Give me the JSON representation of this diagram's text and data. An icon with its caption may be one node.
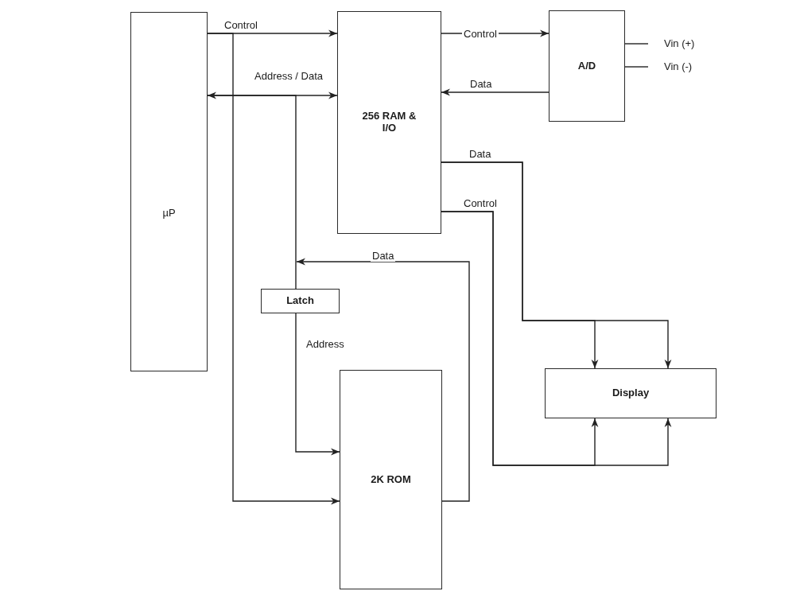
{
  "diagram": {
    "nodes": [
      {
        "text": [
          "µP"
        ]
      },
      {
        "text": [
          "256 RAM & I/O"
        ]
      },
      {
        "text": [
          "A/D"
        ]
      },
      {
        "text": [
          "Latch"
        ]
      },
      {
        "text": [
          "2K ROM"
        ]
      },
      {
        "text": [
          "Display"
        ]
      },
      {
        "text": [
          "Vin (+)"
        ]
      },
      {
        "text": [
          "Vin (-)"
        ]
      }
    ],
    "edges": [
      {
        "from": 0,
        "to": 1,
        "arrow": "to",
        "label": "Control"
      },
      {
        "from": 0,
        "to": 4,
        "arrow": "to"
      },
      {
        "from": 0,
        "to": 1,
        "arrow": "both",
        "label": "Address / Data"
      },
      {
        "from": 0,
        "to": 3,
        "arrow": "none"
      },
      {
        "from": 3,
        "to": 4,
        "arrow": "to",
        "label": "Address"
      },
      {
        "from": 4,
        "to": null,
        "arrow": "to",
        "label": "Data"
      },
      {
        "from": 1,
        "to": 2,
        "arrow": "to",
        "label": "Control"
      },
      {
        "from": 2,
        "to": 1,
        "arrow": "to",
        "label": "Data"
      },
      {
        "from": 1,
        "to": 5,
        "arrow": "to",
        "label": "Data"
      },
      {
        "from": 1,
        "to": 5,
        "arrow": "to"
      },
      {
        "from": 1,
        "to": 5,
        "arrow": "to",
        "label": "Control"
      },
      {
        "from": 1,
        "to": 5,
        "arrow": "to"
      },
      {
        "from": 2,
        "to": 6,
        "arrow": "none"
      },
      {
        "from": 2,
        "to": 7,
        "arrow": "none"
      }
    ]
  }
}
